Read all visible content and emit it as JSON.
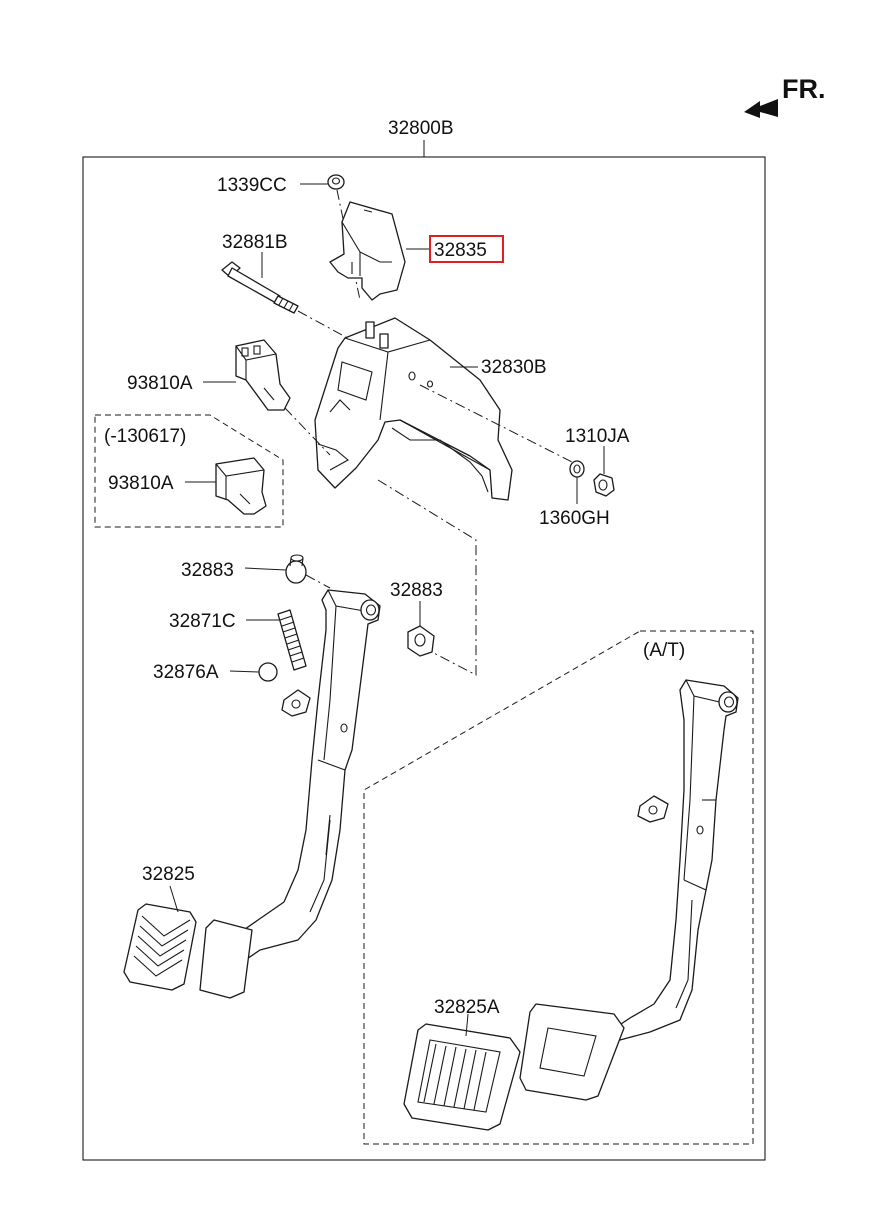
{
  "orientation": {
    "text": "FR."
  },
  "assembly_label": "32800B",
  "highlight_color": "#e02020",
  "labels": {
    "nut_1339CC": "1339CC",
    "bracket_32835": "32835",
    "pin_32881B": "32881B",
    "bracket_32830B": "32830B",
    "switch_93810A": "93810A",
    "note_130617": "(-130617)",
    "switch_93810A_old": "93810A",
    "bolt_1310JA": "1310JA",
    "washer_1360GH": "1360GH",
    "bushing_left": "32883",
    "bushing_right": "32883",
    "spring_32871C": "32871C",
    "stopper_32876A": "32876A",
    "pad_32825": "32825",
    "at_note": "(A/T)",
    "pad_32825A": "32825A"
  }
}
